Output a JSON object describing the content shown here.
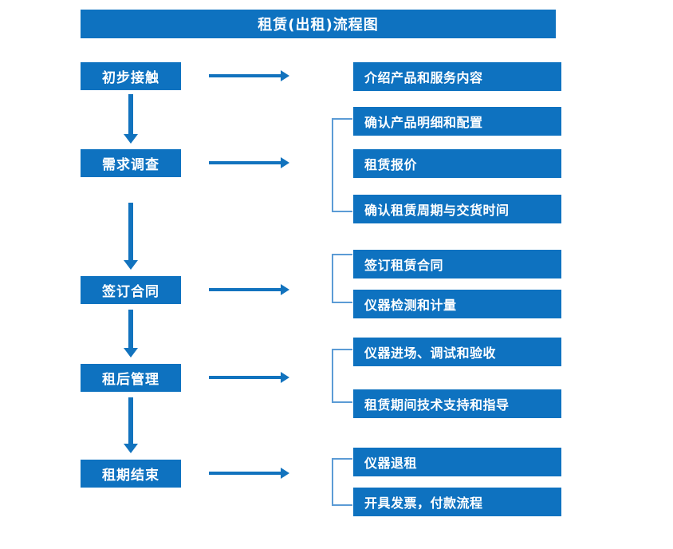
{
  "diagram": {
    "title": "租赁(出租)流程图",
    "colors": {
      "box_fill": "#0E72C0",
      "box_text": "#FFFFFF",
      "arrow": "#1273BE",
      "bracket": "#5B9BD5",
      "background": "#FFFFFF"
    },
    "stages": [
      {
        "label": "初步接触"
      },
      {
        "label": "需求调查"
      },
      {
        "label": "签订合同"
      },
      {
        "label": "租后管理"
      },
      {
        "label": "租期结束"
      }
    ],
    "details": [
      {
        "label": "介绍产品和服务内容"
      },
      {
        "label": "确认产品明细和配置"
      },
      {
        "label": "租赁报价"
      },
      {
        "label": "确认租赁周期与交货时间"
      },
      {
        "label": "签订租赁合同"
      },
      {
        "label": "仪器检测和计量"
      },
      {
        "label": "仪器进场、调试和验收"
      },
      {
        "label": "租赁期间技术支持和指导"
      },
      {
        "label": "仪器退租"
      },
      {
        "label": "开具发票，付款流程"
      }
    ],
    "connector_arrows": {
      "horizontal_count": 5,
      "vertical_count": 4,
      "direction_horizontal": "right",
      "direction_vertical": "down"
    },
    "brackets": {
      "count": 4,
      "shape": "left-square-bracket"
    }
  }
}
